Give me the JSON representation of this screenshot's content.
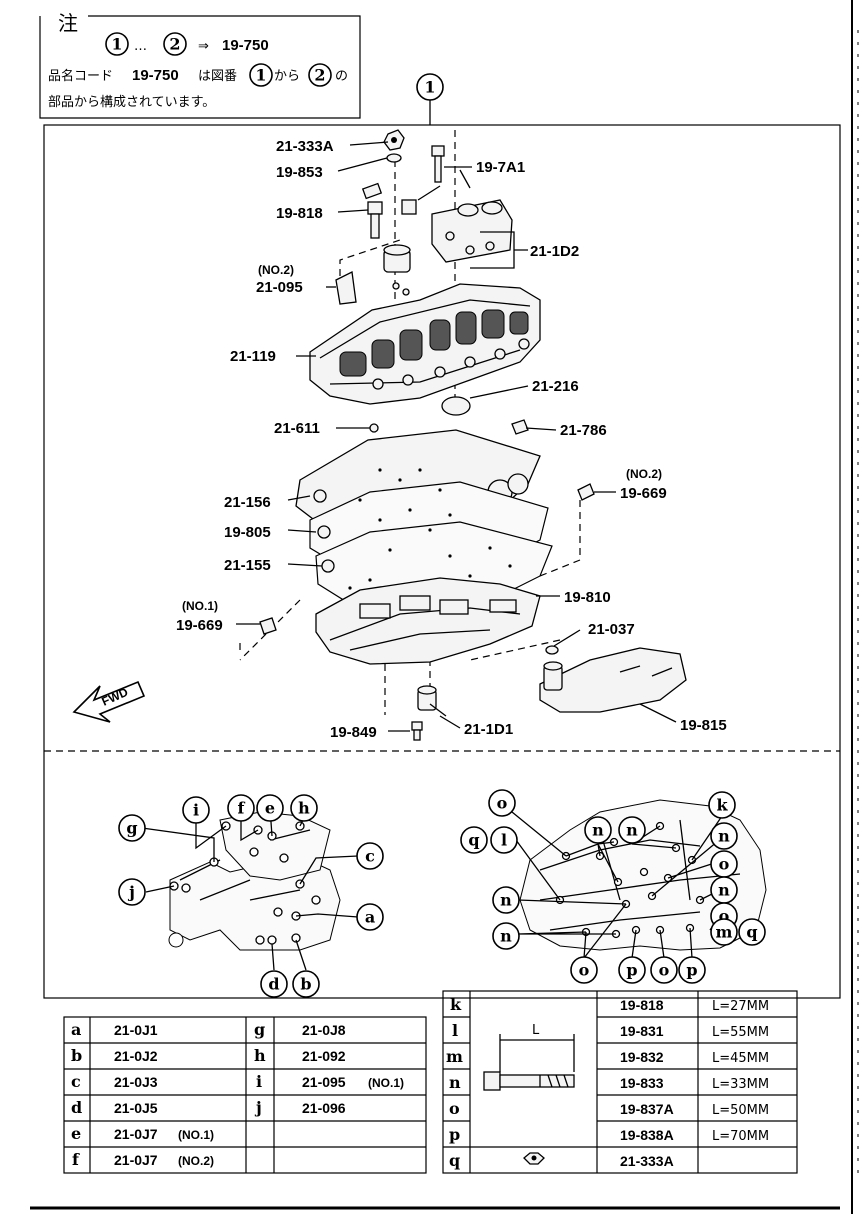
{
  "note": {
    "title": "注",
    "range_from": "1",
    "range_sep": "…",
    "range_to": "2",
    "arrow": "⇒",
    "range_code": "19-750",
    "line2_a": "品名コード",
    "line2_code": "19-750",
    "line2_b": "は図番",
    "line2_n1": "1",
    "line2_c": "から",
    "line2_n2": "2",
    "line2_d": "の",
    "line3": "部品から構成されています。"
  },
  "assembly_ref": "1",
  "upper_labels": [
    {
      "text": "21-333A"
    },
    {
      "text": "19-853"
    },
    {
      "text": "19-7A1"
    },
    {
      "text": "19-818"
    },
    {
      "text": "21-1D2"
    },
    {
      "text": "(NO.2)"
    },
    {
      "text": "21-095"
    },
    {
      "text": "21-119"
    },
    {
      "text": "21-216"
    },
    {
      "text": "21-611"
    },
    {
      "text": "21-786"
    },
    {
      "text": "(NO.2)"
    },
    {
      "text": "19-669"
    },
    {
      "text": "21-156"
    },
    {
      "text": "19-805"
    },
    {
      "text": "21-155"
    },
    {
      "text": "19-810"
    },
    {
      "text": "(NO.1)"
    },
    {
      "text": "19-669"
    },
    {
      "text": "21-037"
    },
    {
      "text": "19-849"
    },
    {
      "text": "21-1D1"
    },
    {
      "text": "19-815"
    }
  ],
  "fwd_label": "FWD",
  "left_callouts": [
    "i",
    "f",
    "e",
    "h",
    "g",
    "c",
    "j",
    "a",
    "d",
    "b"
  ],
  "right_callouts": [
    "n",
    "n",
    "k",
    "o",
    "n",
    "q",
    "l",
    "o",
    "n",
    "n",
    "o",
    "n",
    "m",
    "q",
    "o",
    "p",
    "o",
    "p"
  ],
  "left_table": [
    {
      "letter": "a",
      "code": "21-0J1",
      "note": "",
      "letter2": "g",
      "code2": "21-0J8",
      "note2": ""
    },
    {
      "letter": "b",
      "code": "21-0J2",
      "note": "",
      "letter2": "h",
      "code2": "21-092",
      "note2": ""
    },
    {
      "letter": "c",
      "code": "21-0J3",
      "note": "",
      "letter2": "i",
      "code2": "21-095",
      "note2": "(NO.1)"
    },
    {
      "letter": "d",
      "code": "21-0J5",
      "note": "",
      "letter2": "j",
      "code2": "21-096",
      "note2": ""
    },
    {
      "letter": "e",
      "code": "21-0J7",
      "note": "(NO.1)",
      "letter2": "",
      "code2": "",
      "note2": ""
    },
    {
      "letter": "f",
      "code": "21-0J7",
      "note": "(NO.2)",
      "letter2": "",
      "code2": "",
      "note2": ""
    }
  ],
  "right_table": {
    "dim_label": "L",
    "rows": [
      {
        "letter": "k",
        "code": "19-818",
        "length": "L=27MM"
      },
      {
        "letter": "l",
        "code": "19-831",
        "length": "L=55MM"
      },
      {
        "letter": "m",
        "code": "19-832",
        "length": "L=45MM"
      },
      {
        "letter": "n",
        "code": "19-833",
        "length": "L=33MM"
      },
      {
        "letter": "o",
        "code": "19-837A",
        "length": "L=50MM"
      },
      {
        "letter": "p",
        "code": "19-838A",
        "length": "L=70MM"
      },
      {
        "letter": "q",
        "code": "21-333A",
        "length": ""
      }
    ]
  }
}
